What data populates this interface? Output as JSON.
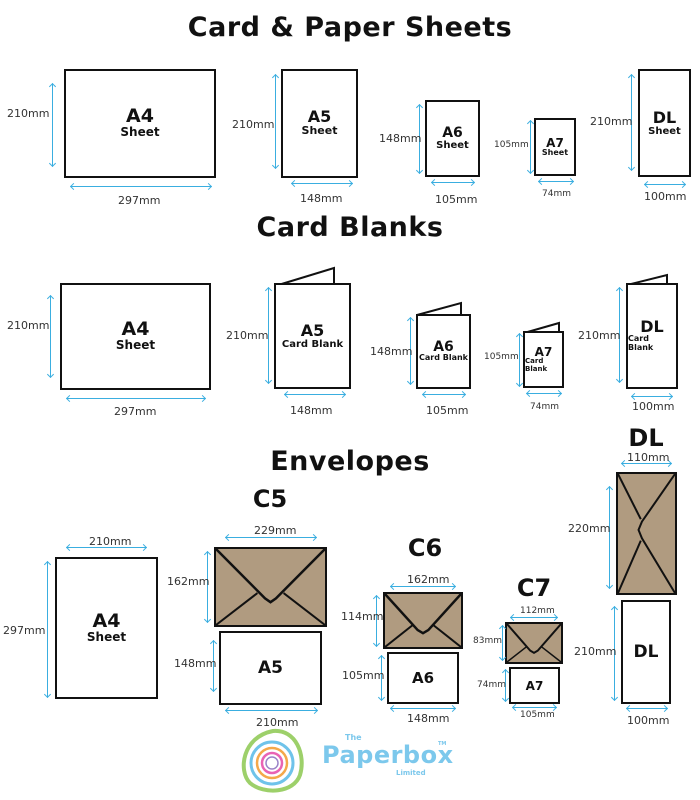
{
  "sections": {
    "sheets": {
      "title": "Card & Paper Sheets",
      "items": [
        {
          "name": "A4",
          "sub": "Sheet",
          "width": "297mm",
          "height": "210mm"
        },
        {
          "name": "A5",
          "sub": "Sheet",
          "width": "148mm",
          "height": "210mm"
        },
        {
          "name": "A6",
          "sub": "Sheet",
          "width": "105mm",
          "height": "148mm"
        },
        {
          "name": "A7",
          "sub": "Sheet",
          "width": "74mm",
          "height": "105mm"
        },
        {
          "name": "DL",
          "sub": "Sheet",
          "width": "100mm",
          "height": "210mm"
        }
      ]
    },
    "blanks": {
      "title": "Card Blanks",
      "items": [
        {
          "name": "A4",
          "sub": "Sheet",
          "width": "297mm",
          "height": "210mm"
        },
        {
          "name": "A5",
          "sub": "Card Blank",
          "width": "148mm",
          "height": "210mm"
        },
        {
          "name": "A6",
          "sub": "Card Blank",
          "width": "105mm",
          "height": "148mm"
        },
        {
          "name": "A7",
          "sub": "Card Blank",
          "width": "74mm",
          "height": "105mm"
        },
        {
          "name": "DL",
          "sub": "Card Blank",
          "width": "100mm",
          "height": "210mm"
        }
      ]
    },
    "envelopes": {
      "title": "Envelopes",
      "a4": {
        "name": "A4",
        "sub": "Sheet",
        "width": "210mm",
        "height": "297mm"
      },
      "groups": [
        {
          "envelope": "C5",
          "env_width": "229mm",
          "env_height": "162mm",
          "insert": "A5",
          "insert_width": "210mm",
          "insert_height": "148mm"
        },
        {
          "envelope": "C6",
          "env_width": "162mm",
          "env_height": "114mm",
          "insert": "A6",
          "insert_width": "148mm",
          "insert_height": "105mm"
        },
        {
          "envelope": "C7",
          "env_width": "112mm",
          "env_height": "83mm",
          "insert": "A7",
          "insert_width": "105mm",
          "insert_height": "74mm"
        },
        {
          "envelope": "DL",
          "env_width": "110mm",
          "env_height": "220mm",
          "insert": "DL",
          "insert_width": "100mm",
          "insert_height": "210mm"
        }
      ]
    }
  },
  "logo": {
    "prefix": "The",
    "name": "Paperbox",
    "tm": "TM",
    "suffix": "Limited"
  },
  "colors": {
    "dimension": "#3aaee0",
    "envelope": "#b09b80",
    "outline": "#111111"
  }
}
